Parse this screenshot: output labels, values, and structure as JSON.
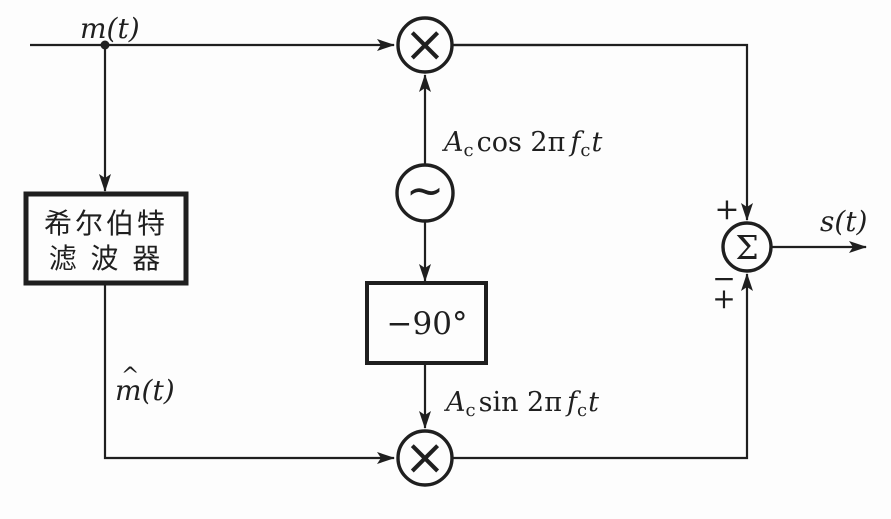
{
  "diagram": {
    "colors": {
      "line": "#1f1f1f",
      "background": "#fdfdfd",
      "box_fill": "#fdfdfd"
    },
    "input_label": "m(t)",
    "hilbert_filter": {
      "line1": "希尔伯特",
      "line2": "滤 波 器"
    },
    "hilbert_output": {
      "hat": "^",
      "base": "m(t)"
    },
    "multiplier_symbol": "×",
    "oscillator_symbol": "~",
    "phase_shifter_label": "−90°",
    "carrier_cos": {
      "A": "A",
      "A_sub": "c",
      "fn": "cos 2π",
      "f": "f",
      "f_sub": "c",
      "t": "t"
    },
    "carrier_sin": {
      "A": "A",
      "A_sub": "c",
      "fn": "sin 2π",
      "f": "f",
      "f_sub": "c",
      "t": "t"
    },
    "summer": {
      "symbol": "Σ",
      "top_sign": "+",
      "bottom_sign_upper": "−",
      "bottom_sign_lower": "+"
    },
    "output_label": "s(t)"
  }
}
